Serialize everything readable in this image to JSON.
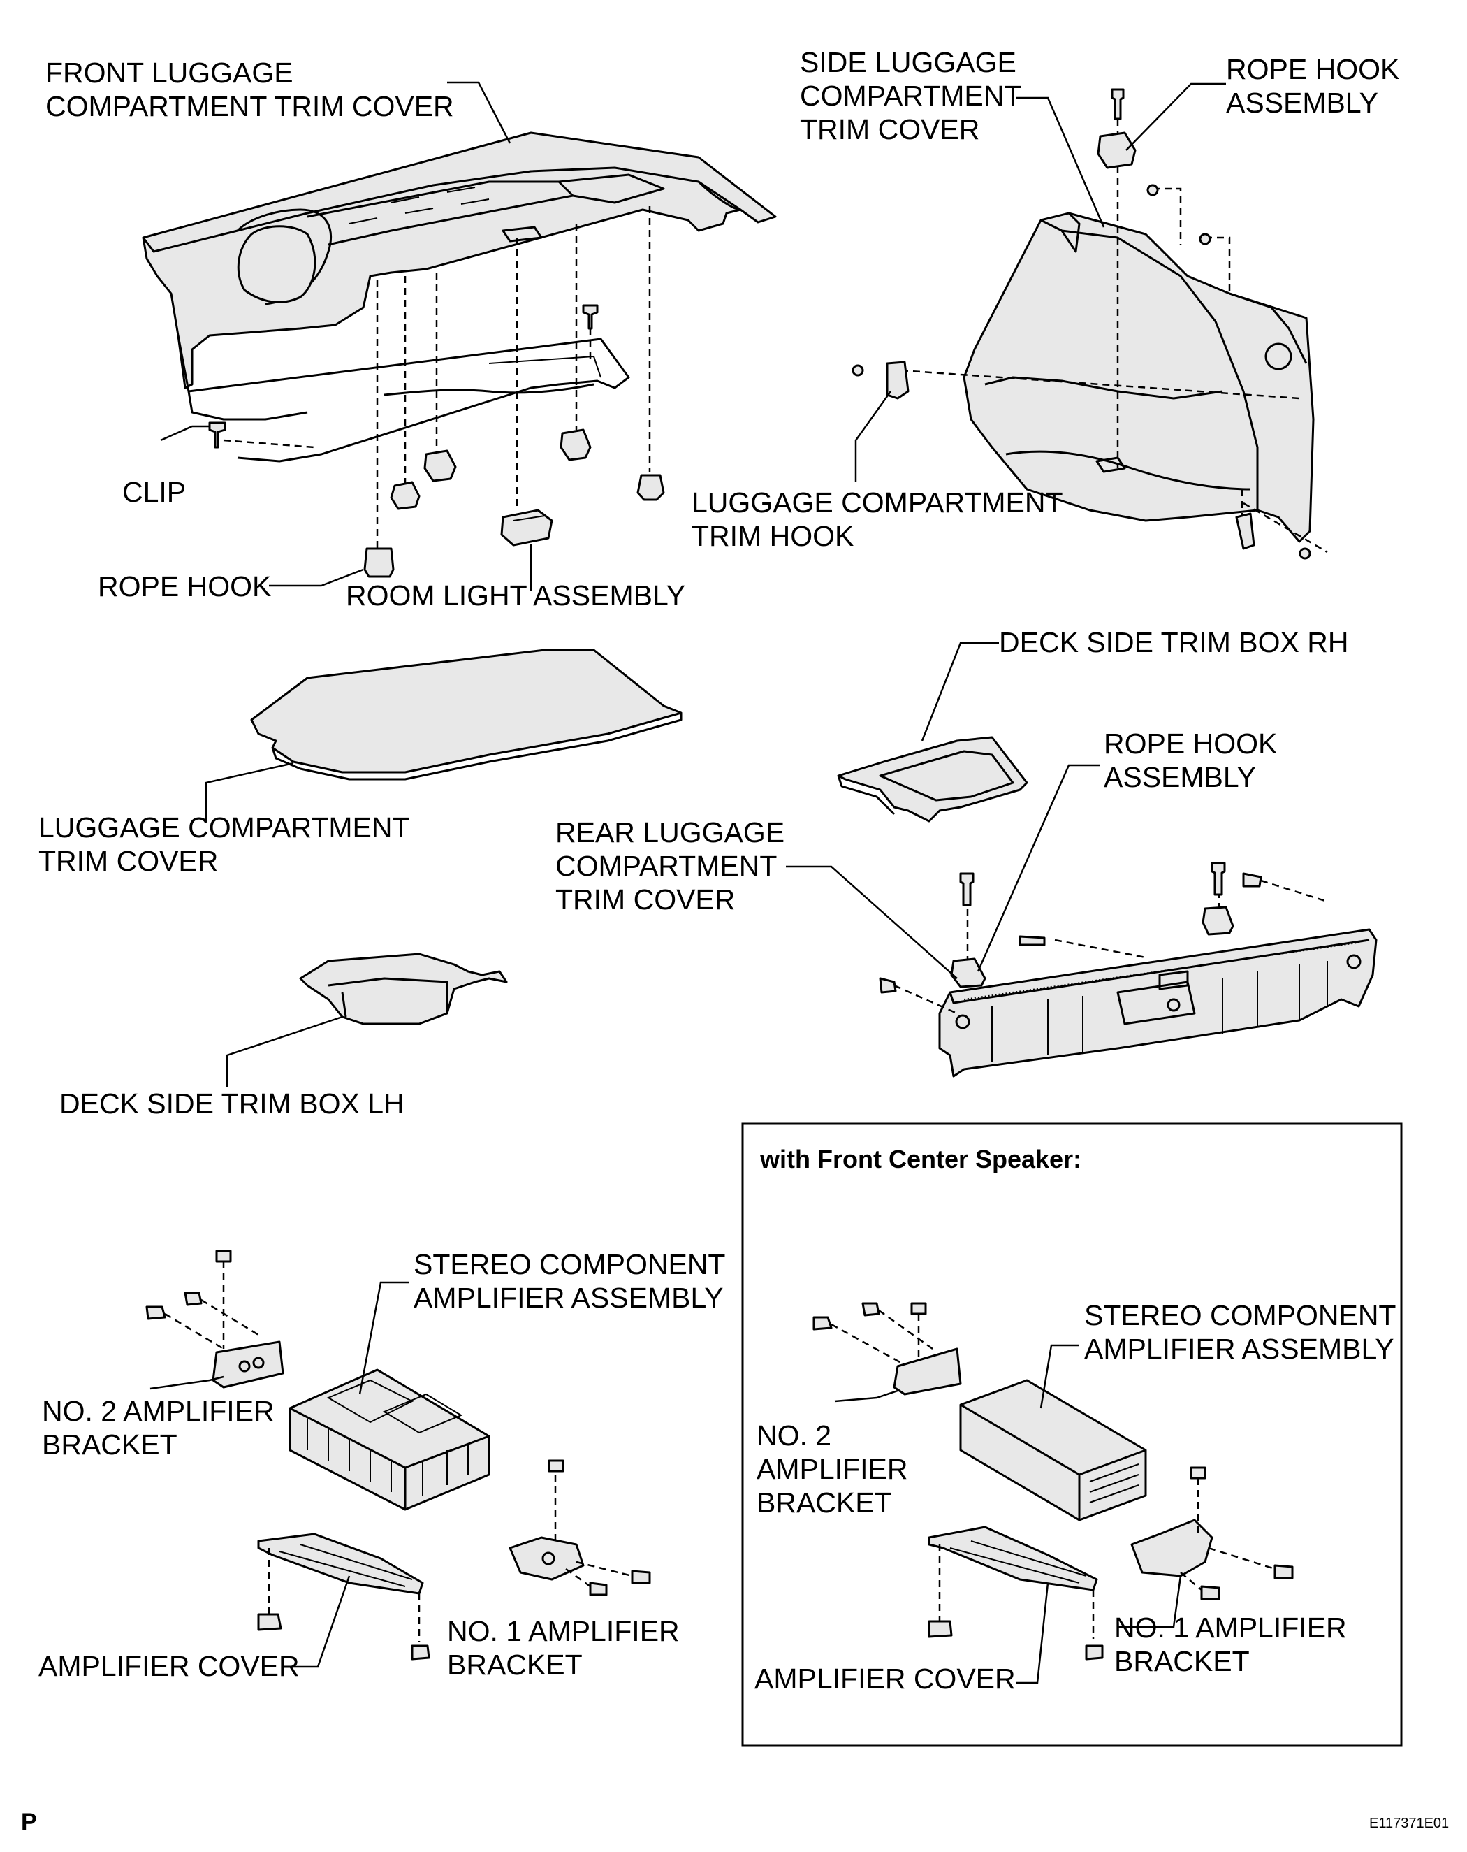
{
  "labels": {
    "front_trim_cover": "FRONT LUGGAGE\nCOMPARTMENT TRIM COVER",
    "side_trim_cover": "SIDE LUGGAGE\nCOMPARTMENT\nTRIM COVER",
    "rope_hook_assembly_top": "ROPE HOOK\nASSEMBLY",
    "clip": "CLIP",
    "trim_hook": "LUGGAGE COMPARTMENT\nTRIM HOOK",
    "rope_hook": "ROPE HOOK",
    "room_light": "ROOM LIGHT ASSEMBLY",
    "deck_box_rh": "DECK SIDE TRIM BOX RH",
    "rope_hook_assembly_mid": "ROPE HOOK\nASSEMBLY",
    "luggage_trim_cover": "LUGGAGE COMPARTMENT\nTRIM COVER",
    "rear_trim_cover": "REAR LUGGAGE\nCOMPARTMENT\nTRIM COVER",
    "deck_box_lh": "DECK SIDE TRIM BOX LH",
    "stereo_amp_left": "STEREO COMPONENT\nAMPLIFIER ASSEMBLY",
    "no2_bracket_left": "NO. 2 AMPLIFIER\nBRACKET",
    "amp_cover_left": "AMPLIFIER COVER",
    "no1_bracket_left": "NO. 1 AMPLIFIER\nBRACKET",
    "stereo_amp_right": "STEREO COMPONENT\nAMPLIFIER ASSEMBLY",
    "no2_bracket_right": "NO. 2\nAMPLIFIER\nBRACKET",
    "amp_cover_right": "AMPLIFIER COVER",
    "no1_bracket_right": "NO. 1 AMPLIFIER\nBRACKET"
  },
  "inset": {
    "title": "with Front Center Speaker:"
  },
  "footer": {
    "page_marker": "P",
    "figure_id": "E117371E01"
  }
}
